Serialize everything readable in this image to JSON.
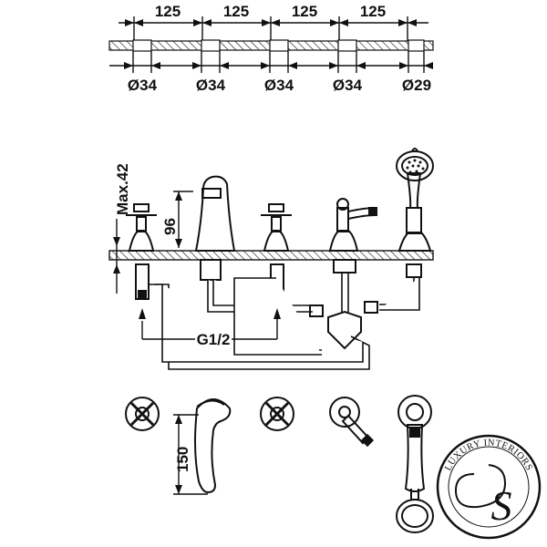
{
  "dimensions": {
    "spacing": [
      "125",
      "125",
      "125",
      "125"
    ],
    "diameters": [
      "Ø34",
      "Ø34",
      "Ø34",
      "Ø34",
      "Ø29"
    ],
    "max_height": "Max.42",
    "spout_height": "96",
    "connection": "G1/2",
    "handle_length": "150"
  },
  "logo": {
    "text": "LUXURY INTERIORS",
    "monogram": "S"
  }
}
